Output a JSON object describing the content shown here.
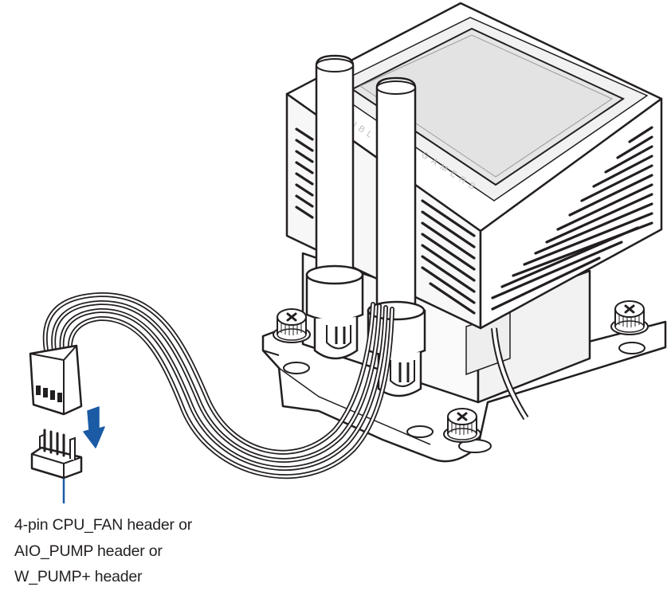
{
  "caption": {
    "line1": "4-pin CPU_FAN header or",
    "line2": "AIO_PUMP header or",
    "line3": "W_PUMP+ header"
  },
  "pump_logo": {
    "text_top": "UBL",
    "text_side": "GAMERS"
  },
  "colors": {
    "line": "#231f20",
    "fill": "#ffffff",
    "face_light": "#f4f4f4",
    "face_mid": "#e9e9e9",
    "screen": "#e3e3e3",
    "arrow": "#1b5aa5"
  },
  "icons": [
    "down-arrow-icon",
    "screw-cross-icon"
  ]
}
